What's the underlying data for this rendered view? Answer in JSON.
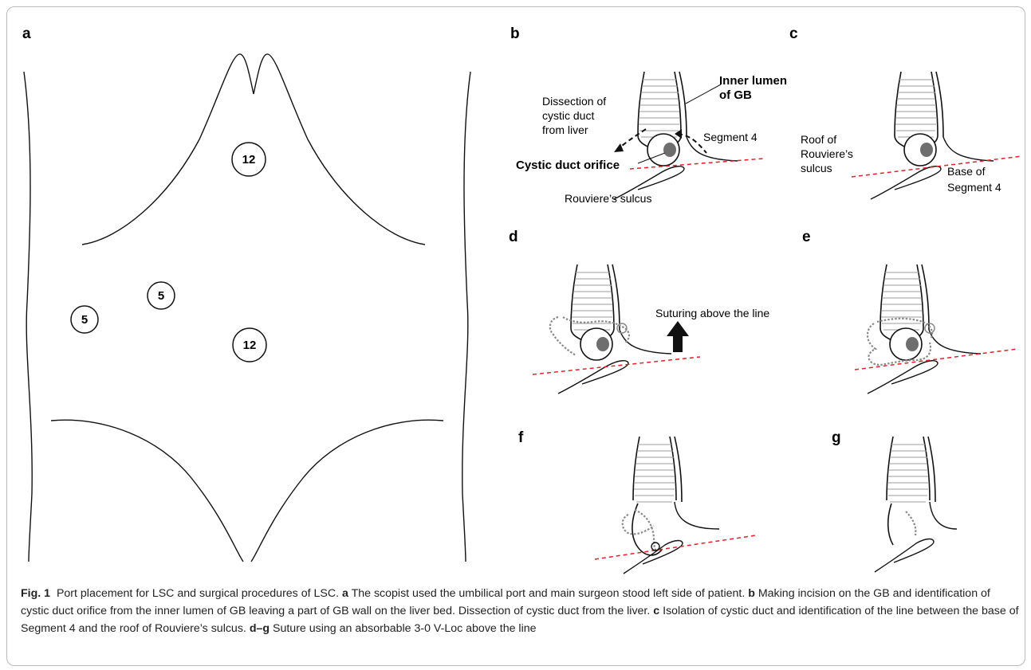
{
  "panels": {
    "a": {
      "letter": "a",
      "ports": [
        "12",
        "5",
        "5",
        "12"
      ]
    },
    "b": {
      "letter": "b",
      "inner_lumen": "Inner lumen",
      "of_gb": "of GB",
      "dissection_1": "Dissection of",
      "dissection_2": "cystic duct",
      "dissection_3": "from liver",
      "segment4": "Segment 4",
      "cystic_orifice": "Cystic duct orifice",
      "rouviere": "Rouviere’s sulcus"
    },
    "c": {
      "letter": "c",
      "roof_1": "Roof of",
      "roof_2": "Rouviere’s",
      "roof_3": "sulcus",
      "base_1": "Base of",
      "base_2": "Segment 4"
    },
    "d": {
      "letter": "d",
      "suturing": "Suturing above the line"
    },
    "e": {
      "letter": "e"
    },
    "f": {
      "letter": "f"
    },
    "g": {
      "letter": "g"
    }
  },
  "colors": {
    "line": "#111111",
    "dashed": "#e0202a",
    "suture": "#8a8a8a",
    "stone": "#6e6e6e"
  },
  "caption": {
    "fig_label": "Fig. 1",
    "title": "Port placement for LSC and surgical procedures of LSC.",
    "a_letter": "a",
    "a_text": "The scopist used the umbilical port and main surgeon stood left side of patient.",
    "b_letter": "b",
    "b_text": "Making incision on the GB and identification of cystic duct orifice from the inner lumen of GB leaving a part of GB wall on the liver bed. Dissection of cystic duct from the liver.",
    "c_letter": "c",
    "c_text": "Isolation of cystic duct and identification of the line between the base of Segment 4 and the roof of Rouviere’s sulcus.",
    "dg_letter": "d–g",
    "dg_text": "Suture using an absorbable 3-0 V-Loc above the line"
  }
}
